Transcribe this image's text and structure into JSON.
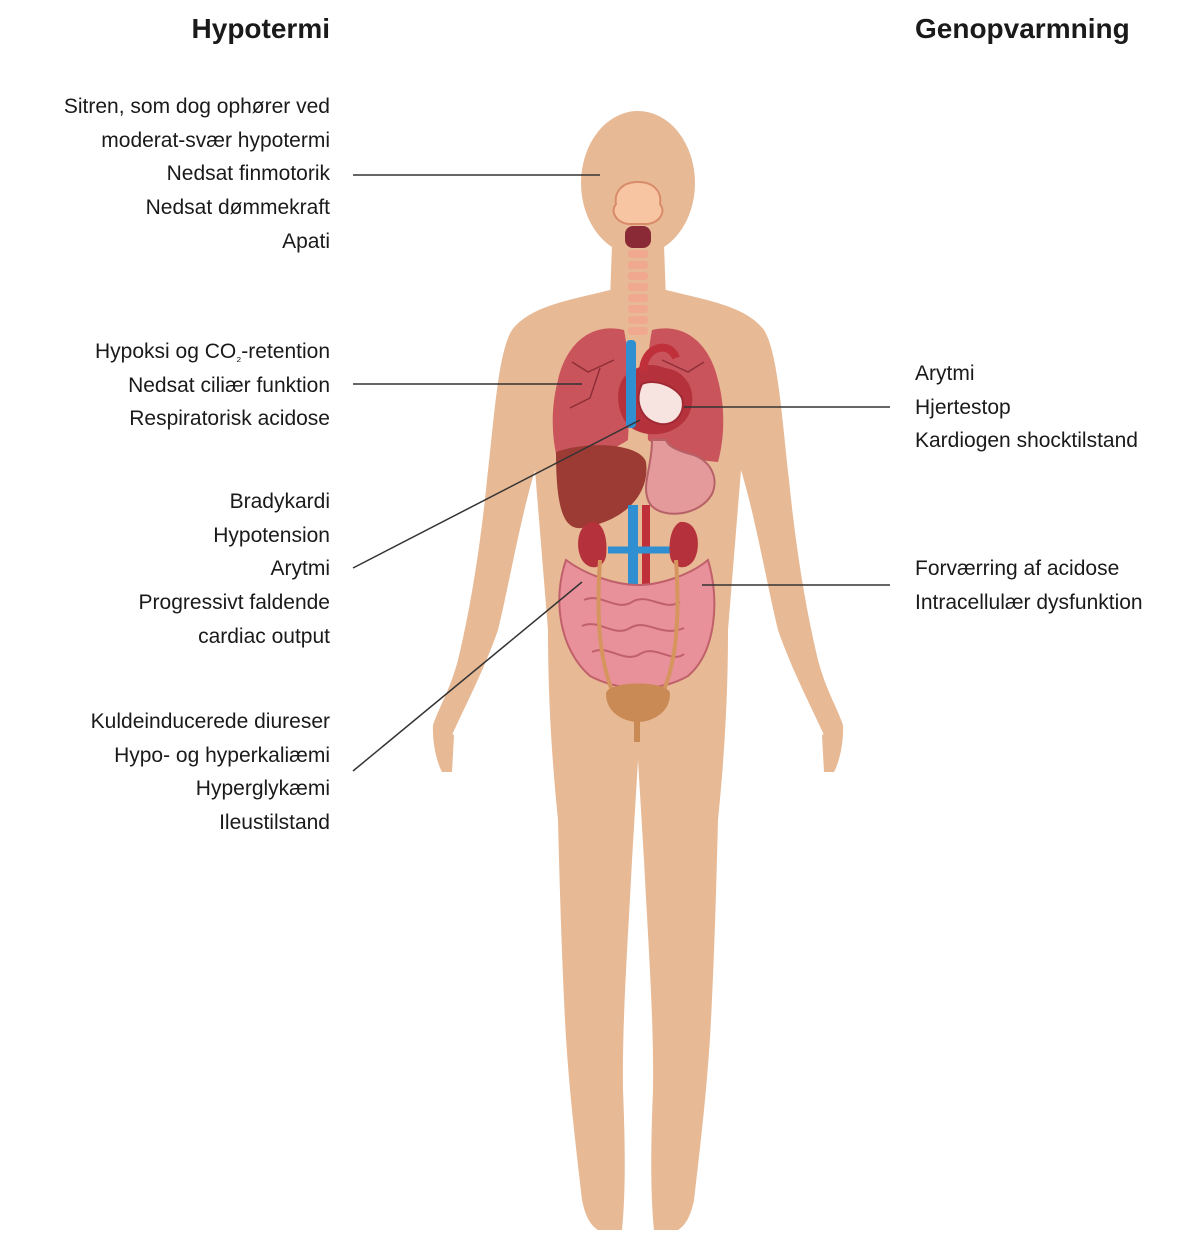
{
  "headings": {
    "left": "Hypotermi",
    "right": "Genopvarmning"
  },
  "hypothermia_groups": [
    {
      "organ": "brain",
      "lines": [
        "Sitren, som dog ophører ved",
        "moderat-svær hypotermi",
        "Nedsat finmotorik",
        "Nedsat dømmekraft",
        "Apati"
      ]
    },
    {
      "organ": "lungs",
      "lines": [
        "Hypoksi og CO",
        "₂",
        "-retention",
        "Nedsat ciliær funktion",
        "Respiratorisk acidose"
      ]
    },
    {
      "organ": "heart",
      "lines": [
        "Bradykardi",
        "Hypotension",
        "Arytmi",
        "Progressivt faldende",
        "cardiac output"
      ]
    },
    {
      "organ": "kidneys-intestines",
      "lines": [
        "Kuldeinducerede diureser",
        "Hypo- og hyperkaliæmi",
        "Hyperglykæmi",
        "Ileustilstand"
      ]
    }
  ],
  "rewarming_groups": [
    {
      "organ": "heart",
      "lines": [
        "Arytmi",
        "Hjertestop",
        "Kardiogen shocktilstand"
      ]
    },
    {
      "organ": "abdomen",
      "lines": [
        "Forværring af acidose",
        "Intracellulær dysfunktion"
      ]
    }
  ],
  "colors": {
    "skin": "#e7b995",
    "lungs": "#c9545c",
    "heart": "#b5323c",
    "vessels": "#2f8fd0",
    "liver": "#9c3b34",
    "intestine": "#e8919a",
    "bladder": "#c98a55",
    "leader_line": "#333333"
  }
}
